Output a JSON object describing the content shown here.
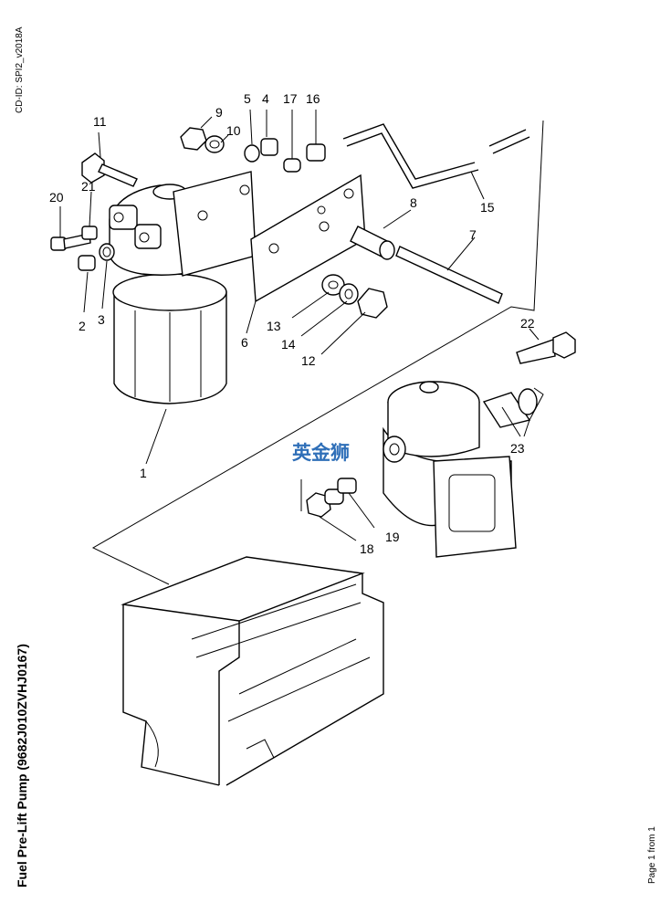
{
  "header": {
    "cd_id": "CD-ID: SPI2_v2018A"
  },
  "title": "Fuel Pre-Lift Pump (9682J010ZVHJ0167)",
  "footer": {
    "page": "Page 1 from 1"
  },
  "watermark": {
    "text": "英金狮",
    "color": "#2f6fb8"
  },
  "callouts": [
    "1",
    "2",
    "3",
    "4",
    "5",
    "6",
    "7",
    "8",
    "9",
    "10",
    "11",
    "12",
    "13",
    "14",
    "15",
    "16",
    "17",
    "18",
    "19",
    "20",
    "21",
    "22",
    "23"
  ]
}
